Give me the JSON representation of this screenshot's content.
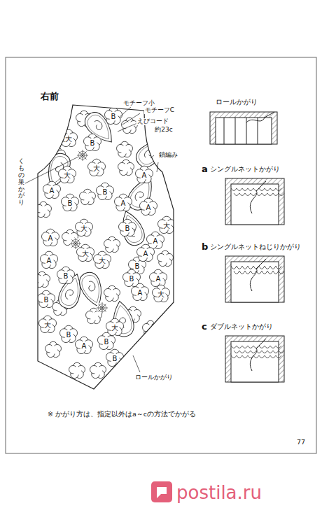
{
  "diagram": {
    "title": "右前",
    "labels": [
      "モチーフ小",
      "モチーフC",
      "えびコード",
      "約23c",
      "鎖編み",
      "くもの巣かがり",
      "ロールかがり",
      "※ かがり方は、指定以外はa～cの方法でかがる",
      "ロールかがり",
      "a",
      "シングルネットかがり",
      "b",
      "シングルネットねじりかがり",
      "c",
      "ダブルネットかがり",
      "77",
      "postila.ru",
      "B",
      "大",
      "B",
      "大",
      "大",
      "A",
      "A",
      "B",
      "B",
      "A",
      "A",
      "大",
      "A",
      "B",
      "大",
      "A",
      "B",
      "大",
      "A",
      "A",
      "B",
      "大",
      "B",
      "大",
      "B",
      "A",
      "A",
      "大",
      "B",
      "A",
      "B",
      "B",
      "大"
    ]
  }
}
